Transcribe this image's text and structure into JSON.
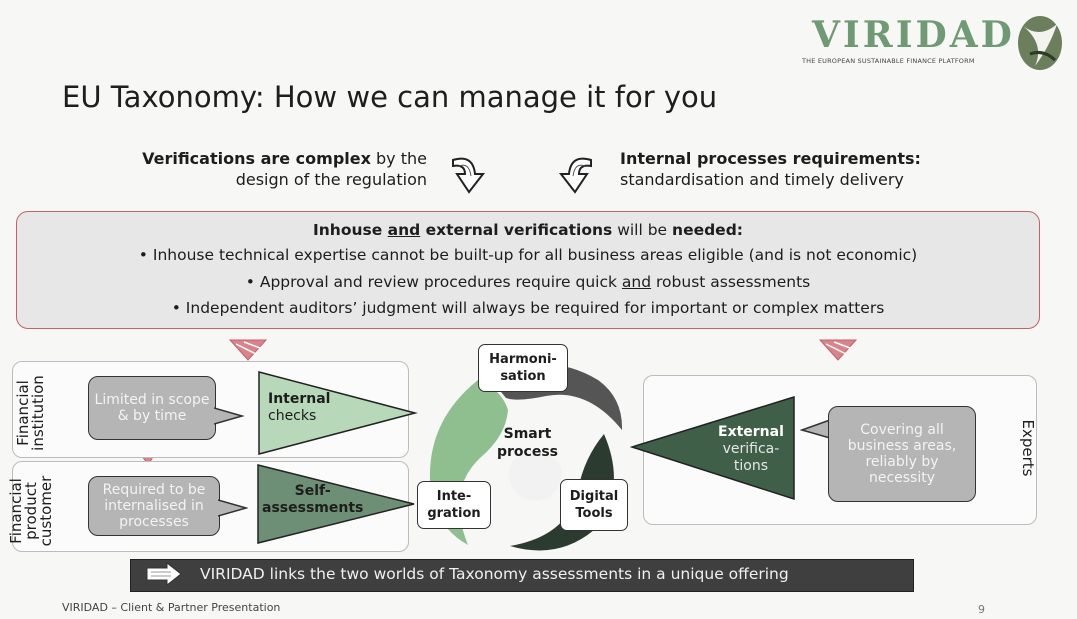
{
  "logo": {
    "name": "VIRIDAD",
    "tagline": "THE EUROPEAN SUSTAINABLE FINANCE PLATFORM"
  },
  "title": "EU Taxonomy: How we can manage it for you",
  "top": {
    "left_bold": "Verifications are complex",
    "left_rest": " by the",
    "left_line2": "design of the regulation",
    "right_bold": "Internal processes requirements:",
    "right_line2": "standardisation and timely delivery"
  },
  "verif_box": {
    "h_bold1": "Inhouse ",
    "h_u": "and",
    "h_bold2": " external verifications",
    "h_mid": " will be ",
    "h_bold3": "needed:",
    "b1": "Inhouse technical expertise cannot be built-up for all business areas eligible (and is not economic)",
    "b2a": "Approval and review procedures require quick ",
    "b2u": "and",
    "b2b": " robust assessments",
    "b3": "Independent auditors’ judgment will always be required for important or complex matters",
    "bullet": "•"
  },
  "left": {
    "fi_line1": "Financial",
    "fi_line2": "institution",
    "fpc_line1": "Financial",
    "fpc_line2": "product",
    "fpc_line3": "customer",
    "bubble1": "Limited in scope & by time",
    "bubble2": "Required to be internalised in processes",
    "tri1": "Internal",
    "tri1b": "checks",
    "tri2": "Self-",
    "tri2b": "assessments"
  },
  "center": {
    "harmonisation": "Harmoni- sation",
    "smart1": "Smart",
    "smart2": "process",
    "integration": "Inte- gration",
    "digital": "Digital Tools"
  },
  "right": {
    "experts": "Experts",
    "tri1": "External",
    "tri2": "verifica-",
    "tri3": "tions",
    "bubble": "Covering all business areas, reliably by necessity"
  },
  "banner": "VIRIDAD links the two worlds of Taxonomy assessments in a unique offering",
  "footer": "VIRIDAD – Client & Partner Presentation",
  "page": "9",
  "colors": {
    "accent_red": "#c0616b",
    "green_light": "#b8d9b9",
    "green_dark": "#3f5f49",
    "banner": "#3f3f3f",
    "bubble": "#b5b5b5"
  }
}
